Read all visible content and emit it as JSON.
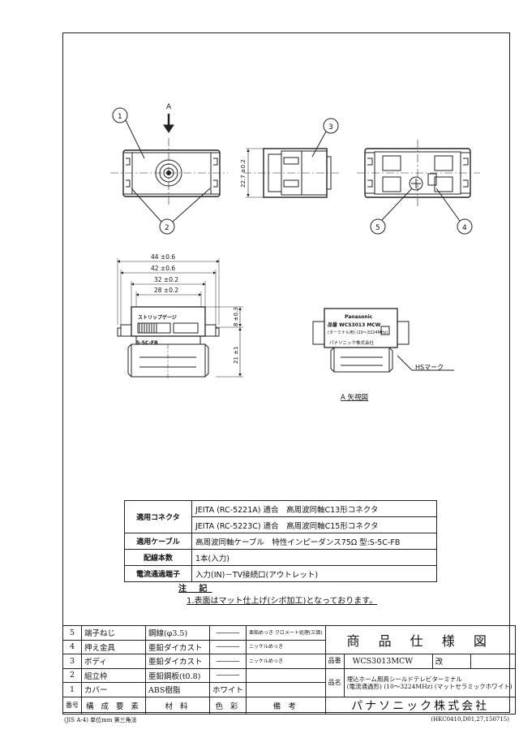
{
  "drawing": {
    "arrow_label": "A",
    "balloons": [
      "1",
      "2",
      "3",
      "4",
      "5"
    ],
    "dims": {
      "d1": "44 ±0.6",
      "d2": "42 ±0.6",
      "d3": "32 ±0.2",
      "d4": "28 ±0.2",
      "height": "22.7 ±0.2",
      "v8": "8 ±0.3",
      "v21": "21 ±1"
    },
    "strip_gauge_label": "ストリップゲージ",
    "cable_type_label": "S-5C-FB",
    "label_brand": "Panasonic",
    "label_model": "品番 WCS3013 MCW",
    "label_line2": "(ターミナル用) (10～3224MHz)",
    "label_line3": "パナソニック株式会社",
    "hs_mark": "HSマーク",
    "view_caption": "A 矢視図"
  },
  "spec": {
    "connector_header": "適用コネクタ",
    "connector_1": "JEITA (RC-5221A) 適合　高周波同軸C13形コネクタ",
    "connector_2": "JEITA (RC-5223C) 適合　高周波同軸C15形コネクタ",
    "cable_header": "適用ケーブル",
    "cable_value": "高周波同軸ケーブル　特性インピーダンス75Ω 型:S-5C-FB",
    "wires_header": "配線本数",
    "wires_value": "1本(入力)",
    "terminal_header": "電流通過端子",
    "terminal_value": "入力(IN)－TV接続口(アウトレット)"
  },
  "notes": {
    "title": "注 記",
    "line1": "1.表面はマット仕上げ(シボ加工)となっております。"
  },
  "parts": [
    {
      "no": "5",
      "name": "端子ねじ",
      "material": "鋼線(φ3.5)",
      "color": "―――",
      "remarks": "亜鉛めっき クロメート処理(三価)"
    },
    {
      "no": "4",
      "name": "押え金具",
      "material": "亜鉛ダイカスト",
      "color": "―――",
      "remarks": "ニッケルめっき"
    },
    {
      "no": "3",
      "name": "ボディ",
      "material": "亜鉛ダイカスト",
      "color": "―――",
      "remarks": "ニッケルめっき"
    },
    {
      "no": "2",
      "name": "組立枠",
      "material": "亜鉛鋼板(t0.8)",
      "color": "―――",
      "remarks": ""
    },
    {
      "no": "1",
      "name": "カバー",
      "material": "ABS樹脂",
      "color": "ホワイト",
      "remarks": ""
    }
  ],
  "title_block": {
    "header_no": "番号",
    "header_name": "構 成 要 素",
    "header_material": "材 料",
    "header_color": "色 彩",
    "header_remarks": "備 考",
    "doc_title": "商 品 仕 様 図",
    "hinban_label": "品番",
    "product_code": "WCS3013MCW",
    "revision_label": "改",
    "hinmei_label": "品名",
    "product_name_1": "埋込ホーム用高シールドテレビターミナル",
    "product_name_2": "(電流通過形) (10～3224MHz) (マットセラミックホワイト)",
    "company": "パナソニック株式会社"
  },
  "footer": {
    "left": "(JIS A-4)  単位mm  第三角法",
    "right": "(HKC0410,D01,27,150715)"
  }
}
